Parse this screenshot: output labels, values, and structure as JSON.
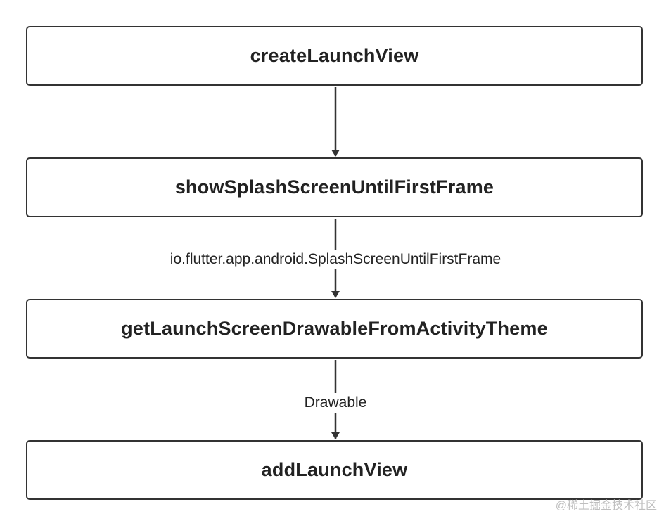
{
  "diagram": {
    "nodes": [
      {
        "id": "n1",
        "label": "createLaunchView"
      },
      {
        "id": "n2",
        "label": "showSplashScreenUntilFirstFrame"
      },
      {
        "id": "n3",
        "label": "getLaunchScreenDrawableFromActivityTheme"
      },
      {
        "id": "n4",
        "label": "addLaunchView"
      }
    ],
    "edges": [
      {
        "from": "n1",
        "to": "n2",
        "label": ""
      },
      {
        "from": "n2",
        "to": "n3",
        "label": "io.flutter.app.android.SplashScreenUntilFirstFrame"
      },
      {
        "from": "n3",
        "to": "n4",
        "label": "Drawable"
      }
    ]
  },
  "watermark": "@稀土掘金技术社区",
  "colors": {
    "stroke": "#333333",
    "text": "#222222",
    "background": "#ffffff",
    "watermark": "#bfbfbf"
  }
}
